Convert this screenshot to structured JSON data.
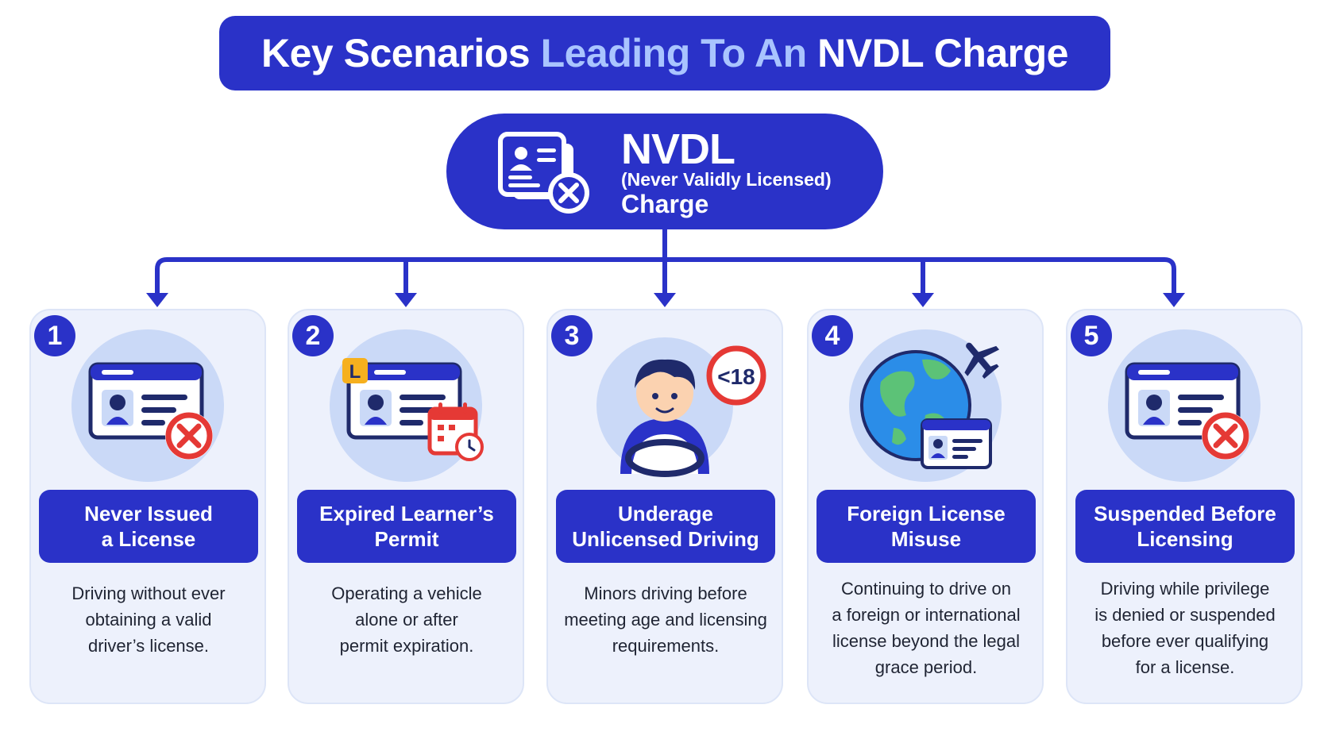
{
  "title": {
    "part1": "Key Scenarios",
    "part2": "Leading To An",
    "part3": "NVDL Charge"
  },
  "hub": {
    "title": "NVDL",
    "subtitle": "(Never Validly Licensed)",
    "charge": "Charge",
    "icon": "license-denied-icon"
  },
  "colors": {
    "primary": "#2a32c8",
    "card_bg": "#edf1fc",
    "accent_red": "#e53935",
    "light_blue": "#a9c4ff"
  },
  "scenarios": [
    {
      "number": "1",
      "line1": "Never Issued",
      "line2": "a License",
      "desc": [
        "Driving without ever",
        "obtaining a valid",
        "driver’s license."
      ],
      "icon": "id-card-cross-icon"
    },
    {
      "number": "2",
      "line1": "Expired Learner’s",
      "line2": "Permit",
      "desc": [
        "Operating a vehicle",
        "alone or after",
        "permit expiration."
      ],
      "icon": "learner-permit-calendar-icon",
      "badge": "L"
    },
    {
      "number": "3",
      "line1": "Underage",
      "line2": "Unlicensed Driving",
      "desc": [
        "Minors driving before",
        "meeting age and licensing",
        "requirements."
      ],
      "icon": "underage-driver-icon",
      "badge": "<18"
    },
    {
      "number": "4",
      "line1": "Foreign License",
      "line2": "Misuse",
      "desc": [
        "Continuing to drive on",
        "a foreign or international",
        "license beyond the legal",
        "grace period."
      ],
      "icon": "globe-airplane-icon"
    },
    {
      "number": "5",
      "line1": "Suspended Before",
      "line2": "Licensing",
      "desc": [
        "Driving while privilege",
        "is denied or suspended",
        "before ever qualifying",
        "for a license."
      ],
      "icon": "id-card-cross-icon"
    }
  ]
}
